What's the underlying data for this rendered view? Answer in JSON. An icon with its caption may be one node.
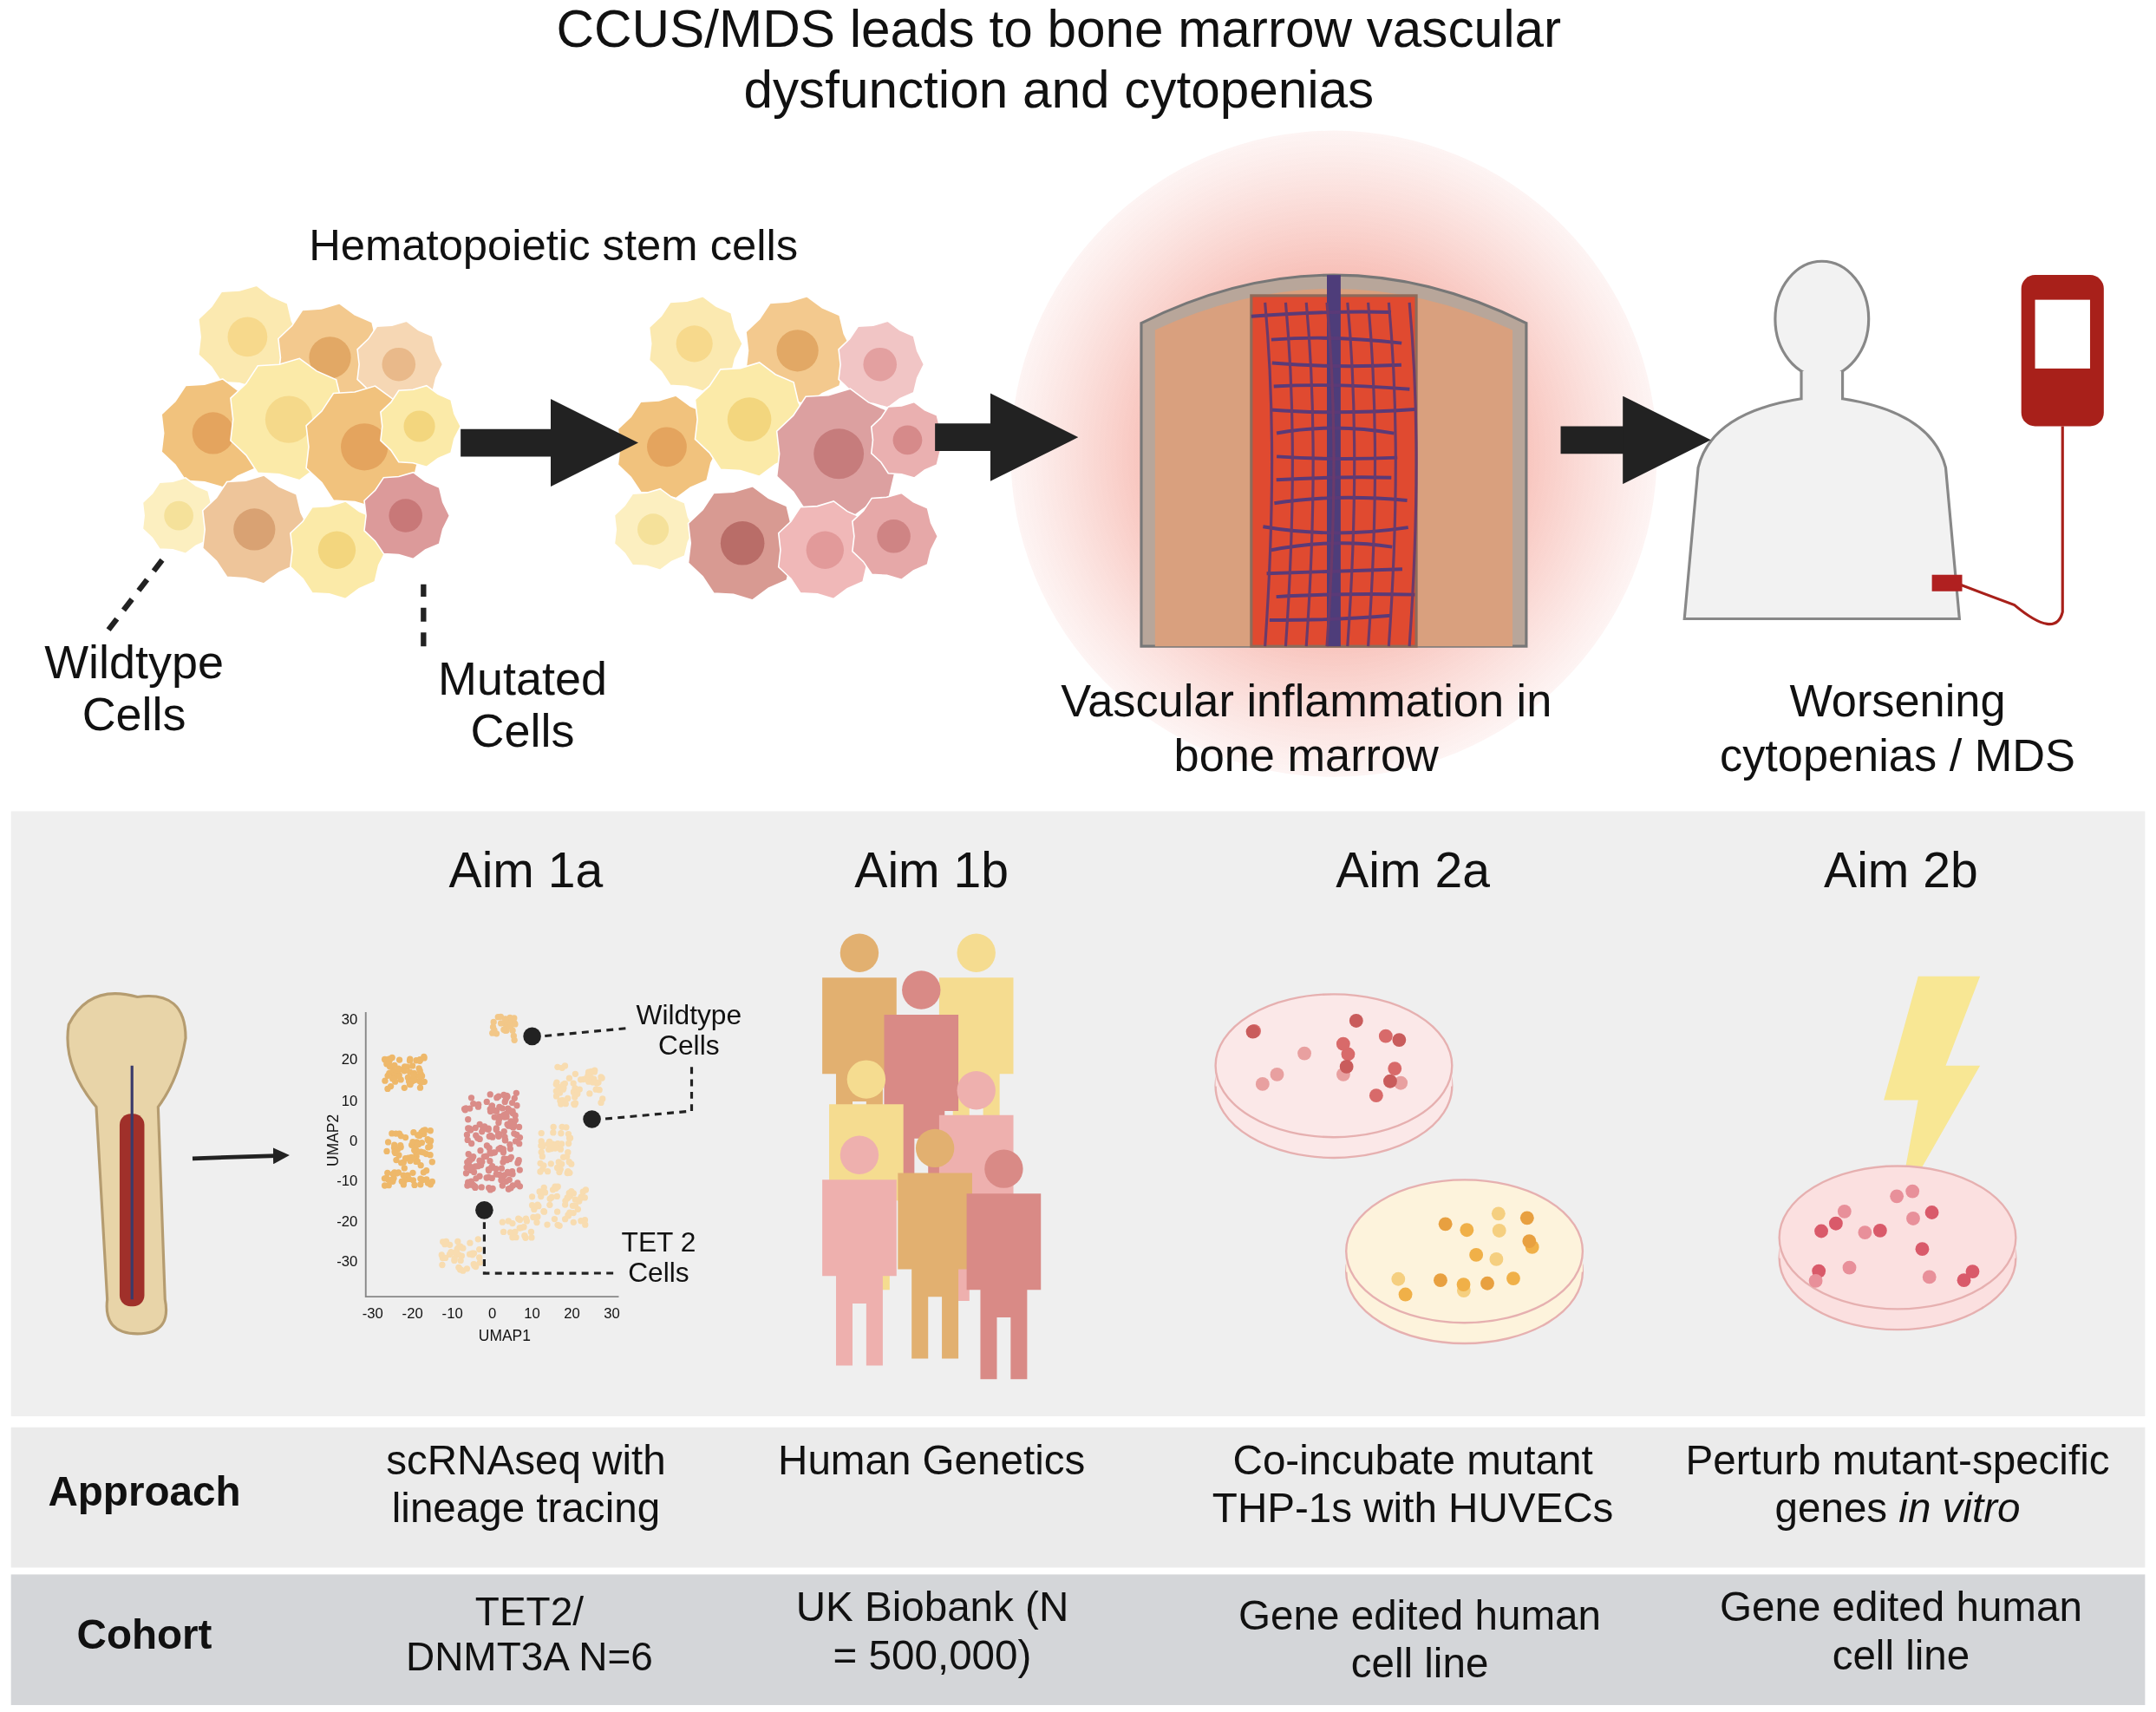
{
  "diagram": {
    "title": "CCUS/MDS leads to bone marrow vascular dysfunction and cytopenias",
    "nodes": [
      {
        "text": [],
        "shape": "picture"
      },
      {
        "text": [],
        "shape": "picture"
      },
      {
        "text": [],
        "shape": "picture",
        "beside": [
          "Vascular inflammation in bone marrow"
        ]
      },
      {
        "text": [],
        "shape": "picture",
        "beside": [
          "Worsening cytopenias / MDS"
        ]
      },
      {
        "text": [
          "Wildtype Cells"
        ]
      },
      {
        "text": [
          "Mutated Cells"
        ]
      },
      {
        "text": [],
        "shape": "picture"
      },
      {
        "text": [],
        "shape": "picture"
      },
      {
        "text": [
          "Wildtype Cells"
        ]
      },
      {
        "text": [
          "TET 2 Cells"
        ]
      }
    ],
    "edges": [
      {
        "from": 0,
        "to": 1,
        "arrow": "to",
        "style": "thick"
      },
      {
        "from": 1,
        "to": 2,
        "arrow": "to",
        "style": "thick"
      },
      {
        "from": 2,
        "to": 3,
        "arrow": "to",
        "style": "thick"
      },
      {
        "from": 4,
        "to": 0,
        "arrow": "none",
        "style": "dashed"
      },
      {
        "from": 5,
        "to": 0,
        "arrow": "none",
        "style": "dashed"
      },
      {
        "from": 6,
        "to": 7,
        "arrow": "to"
      },
      {
        "from": 8,
        "to": 7,
        "arrow": "none",
        "style": "dashed"
      },
      {
        "from": 8,
        "to": 7,
        "arrow": "none",
        "style": "dashed"
      },
      {
        "from": 9,
        "to": 7,
        "arrow": "none",
        "style": "dashed"
      }
    ],
    "labels": [
      "Hematopoietic stem cells",
      "Aim 1a",
      "Aim 1b",
      "Aim 2a",
      "Aim 2b",
      "UMAP2",
      "30",
      "20",
      "10",
      "0",
      "-10",
      "-20",
      "-30",
      "-30",
      "-20",
      "-10",
      "0",
      "10",
      "20",
      "30",
      "UMAP1",
      "Approach",
      "scRNAseq with lineage tracing",
      "Human Genetics",
      "Co-incubate mutant THP-1s with HUVECs",
      "Perturb mutant-specific genes *in vitro*",
      "Cohort",
      "TET2/ DNMT3A N=6",
      "UK Biobank (N = 500,000)",
      "Gene edited human cell line",
      "Gene edited human cell line"
    ]
  }
}
